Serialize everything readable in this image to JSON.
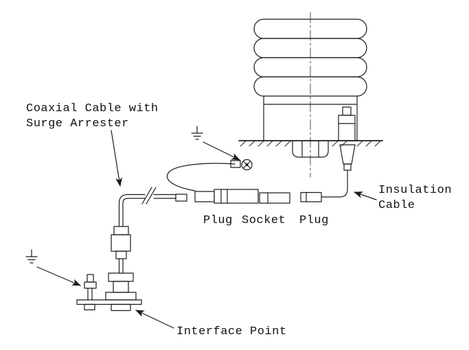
{
  "diagram": {
    "background": "#ffffff",
    "ink": "#1a1a1a",
    "labels": {
      "coax_line1": "Coaxial Cable with",
      "coax_line2": "Surge Arrester",
      "plug_left": "Plug",
      "socket": "Socket",
      "plug_right": "Plug",
      "insulation_line1": "Insulation",
      "insulation_line2": "Cable",
      "interface": "Interface Point"
    }
  }
}
